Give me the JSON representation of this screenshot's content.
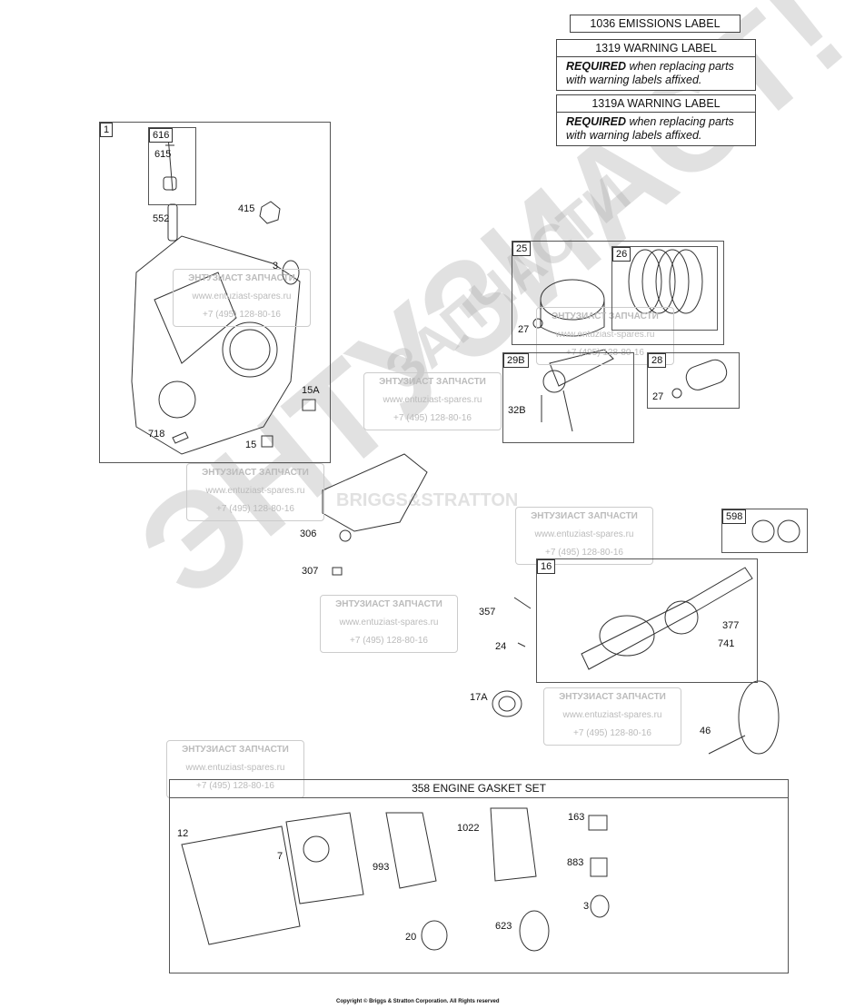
{
  "labels": {
    "emissions": "1036 EMISSIONS LABEL",
    "warning1": {
      "title": "1319 WARNING LABEL",
      "bold": "REQUIRED",
      "text": " when replacing parts with warning labels affixed."
    },
    "warning2": {
      "title": "1319A WARNING LABEL",
      "bold": "REQUIRED",
      "text": " when replacing parts with warning labels affixed."
    }
  },
  "callouts": {
    "b1": "1",
    "b616": "616",
    "p615": "615",
    "p552": "552",
    "p415": "415",
    "p3": "3",
    "p15A": "15A",
    "p718": "718",
    "p15": "15",
    "b25": "25",
    "b26": "26",
    "p27a": "27",
    "b29B": "29B",
    "p32B": "32B",
    "b28": "28",
    "p27b": "27",
    "p306": "306",
    "p307": "307",
    "b598": "598",
    "b16": "16",
    "p377": "377",
    "p741": "741",
    "p357": "357",
    "p24": "24",
    "p17A": "17A",
    "p46": "46",
    "p12": "12",
    "p7": "7",
    "p993": "993",
    "p1022": "1022",
    "p163": "163",
    "p883": "883",
    "p3b": "3",
    "p20": "20",
    "p623": "623"
  },
  "gasket_set": "358 ENGINE GASKET SET",
  "watermark": {
    "name": "ЭНТУЗИАСТ ЗАПЧАСТИ",
    "url": "www.entuziast-spares.ru",
    "phone": "+7 (495) 128-80-16",
    "big1": "ЭНТУЗИАСТ!",
    "big2": "ЗАПЧАСТИ",
    "brand": "BRIGGS&STRATTON"
  },
  "copyright": "Copyright © Briggs & Stratton Corporation. All Rights reserved"
}
